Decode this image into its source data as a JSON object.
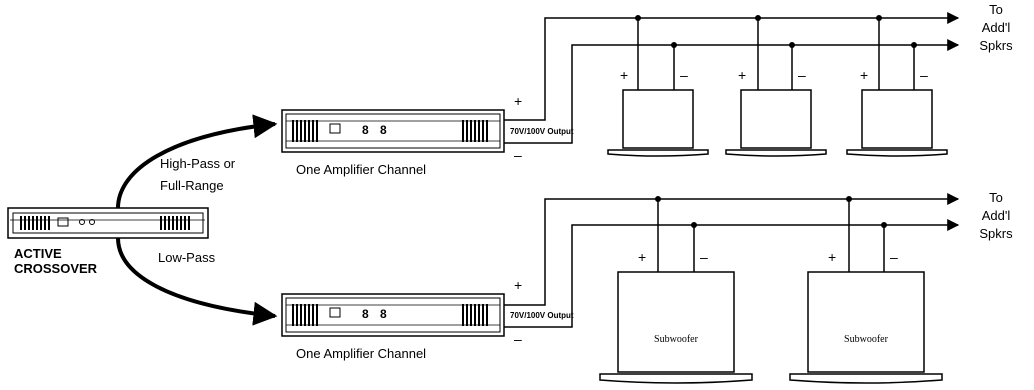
{
  "crossover": {
    "label_line1": "ACTIVE",
    "label_line2": "CROSSOVER"
  },
  "paths": {
    "high_label_line1": "High-Pass or",
    "high_label_line2": "Full-Range",
    "low_label": "Low-Pass"
  },
  "amplifier": {
    "caption": "One Amplifier Channel",
    "output_label": "70V/100V Output",
    "plus": "+",
    "minus": "–"
  },
  "destination": {
    "line1": "To",
    "line2": "Add'l",
    "line3": "Spkrs"
  },
  "speaker": {
    "plus": "+",
    "minus": "–"
  },
  "subwoofer": {
    "label": "Subwoofer"
  }
}
